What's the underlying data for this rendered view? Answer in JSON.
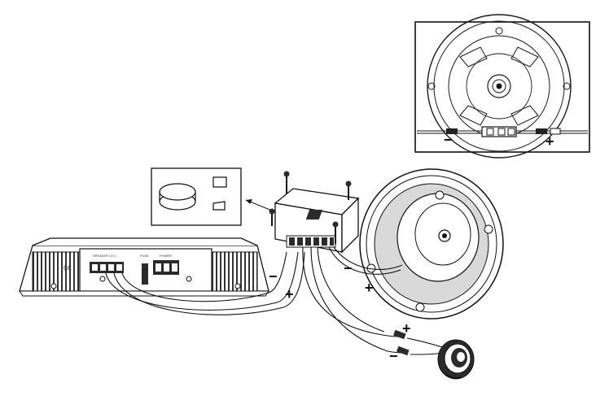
{
  "inset": {
    "minus_label": "−",
    "plus_label": "+"
  },
  "amplifier": {
    "ce_mark": "CE",
    "left_terminal_caption": "SPEAKER  CH 1",
    "fuse_caption": "FUSE",
    "right_terminal_caption": "POWER"
  },
  "amp_to_crossover": {
    "minus_label": "−",
    "plus_label": "+"
  },
  "woofer_leads": {
    "minus_label": "−",
    "plus_label": "+"
  },
  "tweeter_leads": {
    "plus_label": "+",
    "minus_label": "−"
  },
  "colors": {
    "line": "#1a1a1a",
    "shade": "#bdbdbd",
    "dark_fill": "#2b2b2b"
  }
}
